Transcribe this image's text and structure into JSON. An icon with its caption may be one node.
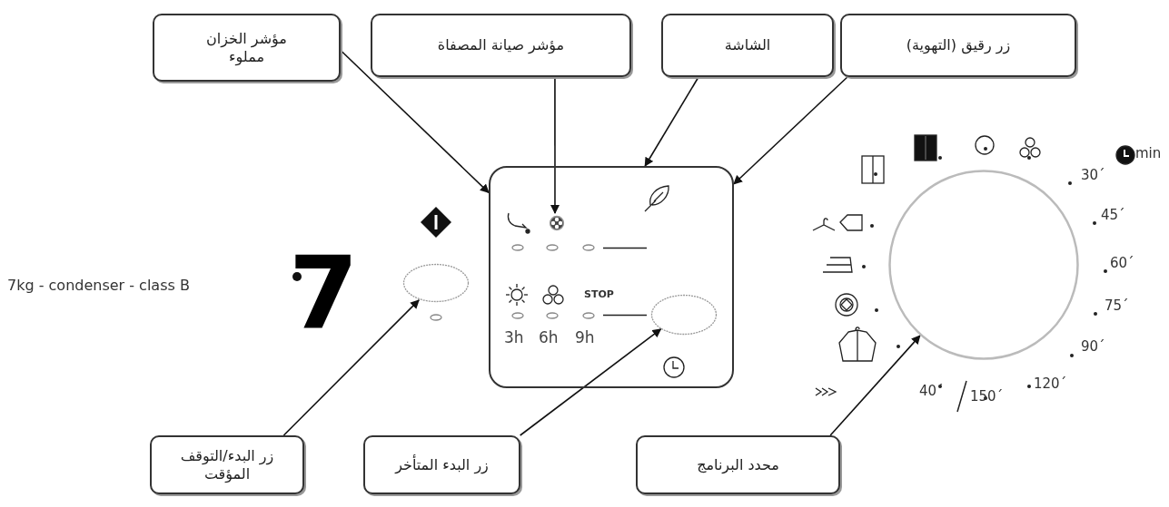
{
  "diagram": {
    "nodes": [
      {
        "text": [
          "مؤشر الخزان مملوء"
        ]
      },
      {
        "text": [
          "مؤشر صيانة المصفاة"
        ]
      },
      {
        "text": [
          "الشاشة"
        ]
      },
      {
        "text": [
          "زر رقيق (التهوية)"
        ]
      },
      {
        "text": [
          "زر البدء/التوقف المؤقت"
        ]
      },
      {
        "text": [
          "زر البدء المتأخر"
        ]
      },
      {
        "text": [
          "محدد البرنامج"
        ]
      },
      {
        "text": [],
        "shape": "box"
      },
      {
        "text": [],
        "shape": "circle",
        "in": 7
      },
      {
        "text": [],
        "shape": "ellipse",
        "in": 7
      },
      {
        "text": [],
        "shape": "ellipse"
      },
      {
        "text": [],
        "shape": "circle"
      }
    ],
    "edges": [
      {
        "from": 0,
        "to": 7,
        "arrow": "to"
      },
      {
        "from": 1,
        "to": 8,
        "arrow": "to"
      },
      {
        "from": 2,
        "to": 7,
        "arrow": "to"
      },
      {
        "from": 3,
        "to": 7,
        "arrow": "to"
      },
      {
        "from": 4,
        "to": 10,
        "arrow": "to"
      },
      {
        "from": 5,
        "to": 9,
        "arrow": "to"
      },
      {
        "from": 6,
        "to": 11,
        "arrow": "to"
      }
    ],
    "labels": [
      "7kg - condenser - class B",
      "7",
      "STOP",
      "3h",
      "6h",
      "9h",
      "min",
      "30´",
      "45´",
      "60´",
      "75´",
      "90´",
      "120´",
      "40´",
      "150´"
    ]
  }
}
